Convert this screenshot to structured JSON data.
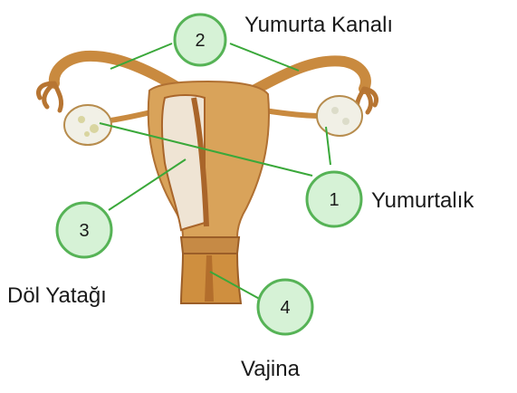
{
  "diagram": {
    "labels": {
      "oviduct": "Yumurta Kanalı",
      "ovary": "Yumurtalık",
      "uterus": "Döl Yatağı",
      "vagina": "Vajina"
    },
    "markers": {
      "ovary": "1",
      "oviduct": "2",
      "uterus": "3",
      "vagina": "4"
    },
    "colors": {
      "marker_fill": "#d6f2d6",
      "marker_stroke": "#56b356",
      "leader_line": "#3aa83a",
      "tissue": "#d9a35a",
      "tissue_dark": "#a9652a",
      "cavity": "#efe4d4",
      "ovary_fill": "#f1f0e6"
    }
  }
}
